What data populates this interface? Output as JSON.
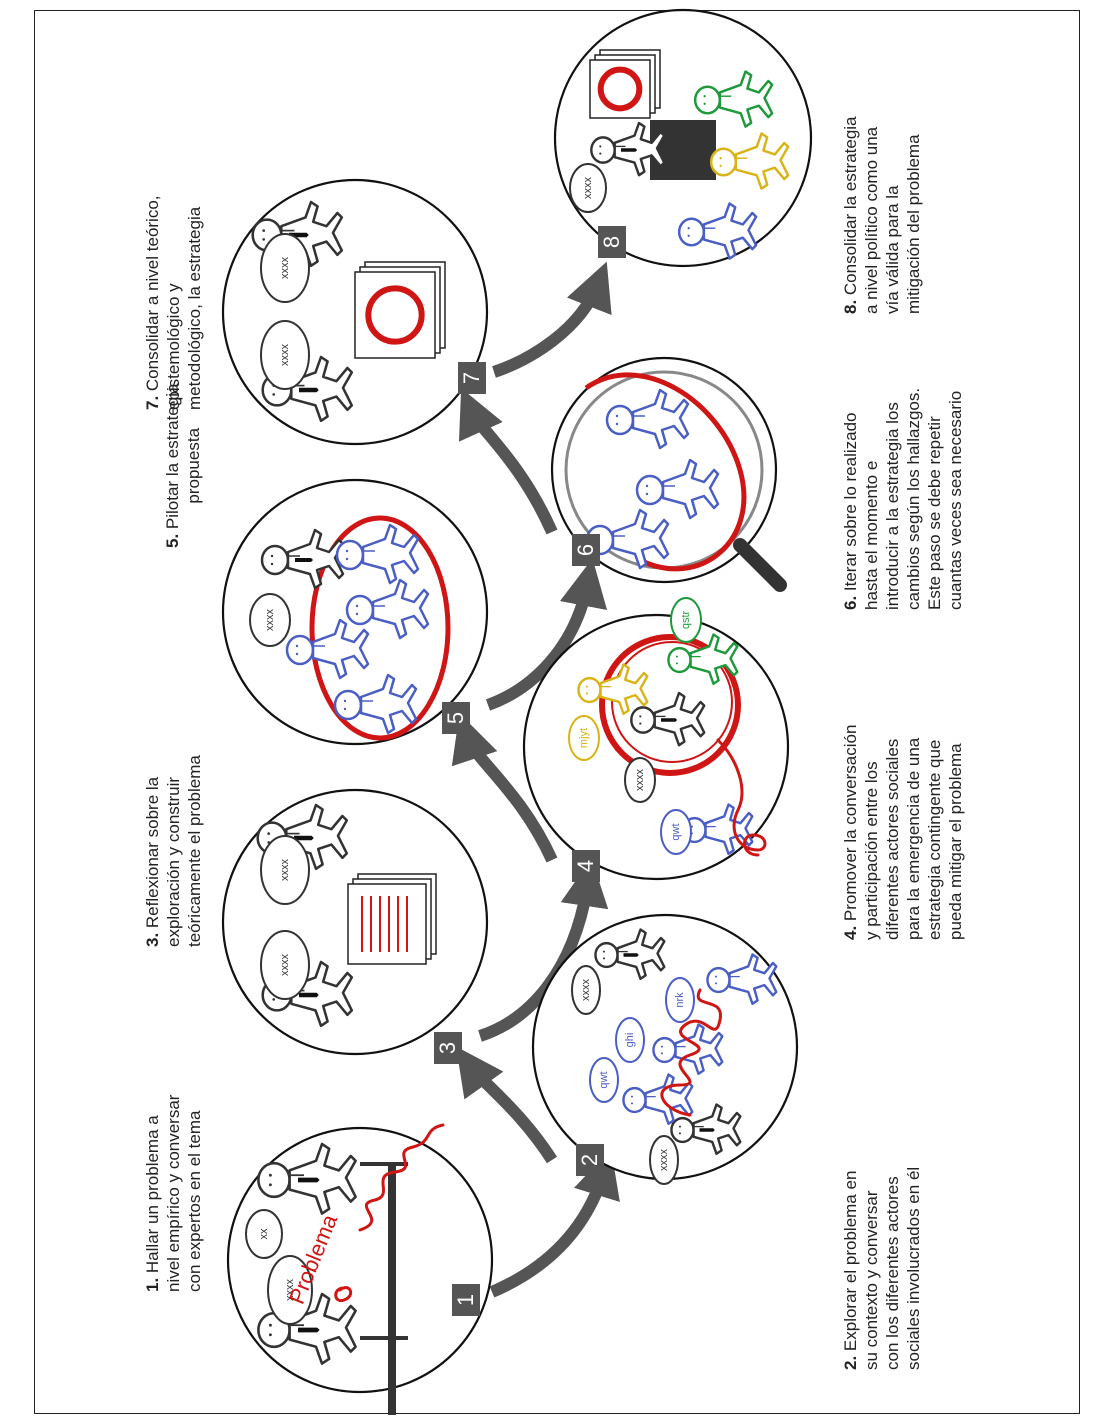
{
  "steps": [
    {
      "number": "1",
      "lines": [
        "Hallar un problema a",
        "nivel empírico y conversar",
        "con expertos en el tema"
      ]
    },
    {
      "number": "2",
      "lines": [
        "Explorar el problema en",
        "su contexto y conversar",
        "con los diferentes actores",
        "sociales involucrados en él"
      ]
    },
    {
      "number": "3",
      "lines": [
        "Reflexionar sobre la",
        "exploración y construir",
        "teóricamente el problema"
      ]
    },
    {
      "number": "4",
      "lines": [
        "Promover la conversación",
        "y participación entre los",
        "diferentes actores sociales",
        "para la emergencia de una",
        "estrategia contingente que",
        "pueda mitigar el problema"
      ]
    },
    {
      "number": "5",
      "lines": [
        "Pilotar la estrategia",
        "propuesta"
      ]
    },
    {
      "number": "6",
      "lines": [
        "Iterar sobre lo realizado",
        "hasta el momento e",
        "introducir a la estrategia los",
        "cambios según los hallazgos.",
        "Este paso se debe repetir",
        "cuantas veces sea necesario"
      ]
    },
    {
      "number": "7",
      "lines": [
        "Consolidar a nivel teórico,",
        "epistemológico y",
        "metodológico, la estrategia"
      ]
    },
    {
      "number": "8",
      "lines": [
        "Consolidar la estrategia",
        "a nivel político como una",
        "vía válida para la",
        "mitigación del problema"
      ]
    }
  ],
  "bubbles": {
    "generic": "xxxx",
    "short": "xx",
    "qwt": "qwt",
    "ghi": "ghi",
    "nrk": "nrk",
    "mjyt": "mjyt",
    "qstr": "qstr"
  },
  "problem_word": "Problema",
  "colors": {
    "red": "#d01515",
    "blue": "#4a5ec4",
    "yellow": "#d8b418",
    "green": "#1e9a3c",
    "dark": "#555555"
  }
}
